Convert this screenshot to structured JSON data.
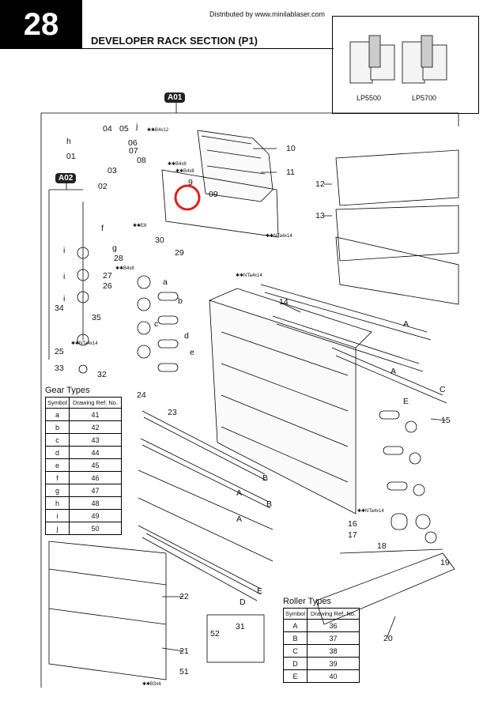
{
  "header": {
    "page_number": "28",
    "distributed": "Distributed by www.minilablaser.com",
    "title": "DEVELOPER RACK SECTION (P1)"
  },
  "models": [
    "LP5500",
    "LP5700"
  ],
  "assemblies": {
    "a01": "A01",
    "a02": "A02"
  },
  "callouts": [
    "04",
    "05",
    "h",
    "01",
    "j",
    "07",
    "08",
    "03",
    "02",
    "10",
    "11",
    "9",
    "09",
    "12",
    "13",
    "f",
    "g",
    "30",
    "28",
    "29",
    "i",
    "i",
    "i",
    "27",
    "26",
    "34",
    "35",
    "25",
    "33",
    "32",
    "14",
    "a",
    "b",
    "c",
    "d",
    "e",
    "24",
    "23",
    "A",
    "A",
    "C",
    "E",
    "15",
    "B",
    "A",
    "B",
    "A",
    "16",
    "17",
    "18",
    "19",
    "22",
    "E",
    "D",
    "20",
    "21",
    "51",
    "31",
    "52",
    "06"
  ],
  "fasteners": [
    "✱✱B4x12",
    "✱✱B4x8",
    "✱✱B4x8",
    "✱✱NTa4x14",
    "✱✱NTa4x14",
    "✱✱NTa4x14",
    "✱✱B4x8",
    "✱✱E6",
    "✱✱NTa4x14",
    "✱✱B3x6"
  ],
  "gear_types": {
    "caption": "Gear Types",
    "headers": [
      "Symbol",
      "Drawing Ref. No."
    ],
    "rows": [
      [
        "a",
        "41"
      ],
      [
        "b",
        "42"
      ],
      [
        "c",
        "43"
      ],
      [
        "d",
        "44"
      ],
      [
        "e",
        "45"
      ],
      [
        "f",
        "46"
      ],
      [
        "g",
        "47"
      ],
      [
        "h",
        "48"
      ],
      [
        "i",
        "49"
      ],
      [
        "j",
        "50"
      ]
    ]
  },
  "roller_types": {
    "caption": "Roller Types",
    "headers": [
      "Symbol",
      "Drawing Ref. No."
    ],
    "rows": [
      [
        "A",
        "36"
      ],
      [
        "B",
        "37"
      ],
      [
        "C",
        "38"
      ],
      [
        "D",
        "39"
      ],
      [
        "E",
        "40"
      ]
    ]
  },
  "highlight_color": "#e0201c"
}
